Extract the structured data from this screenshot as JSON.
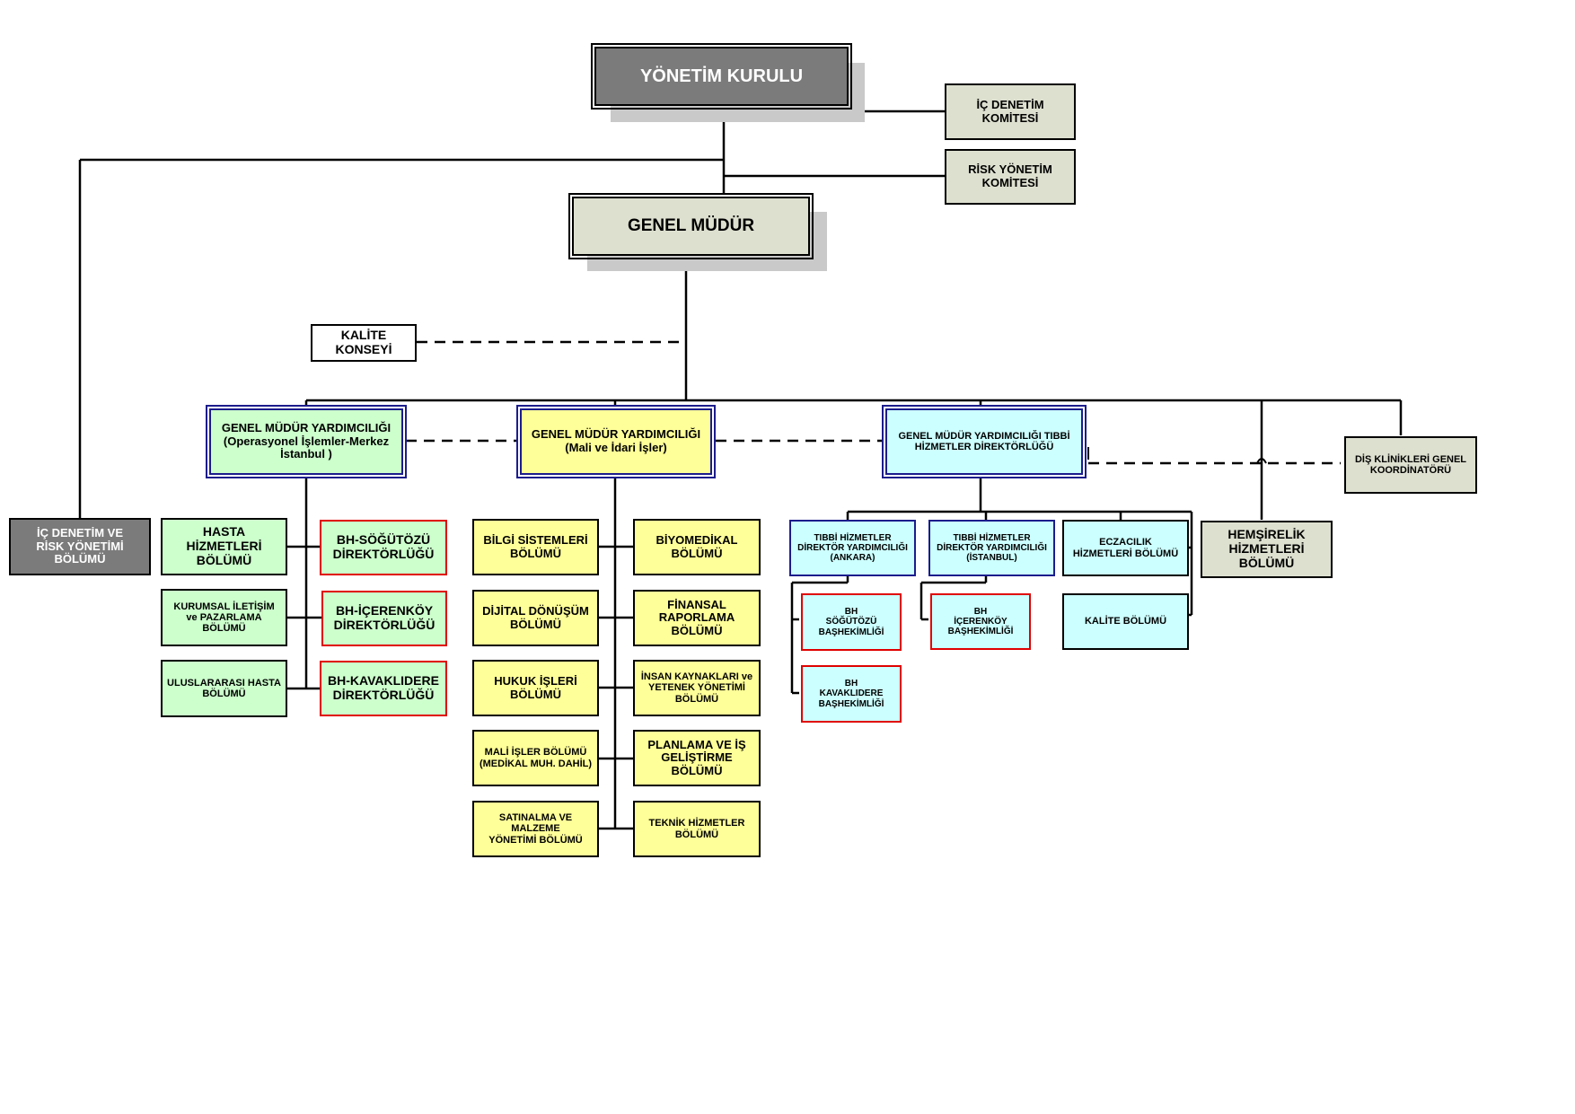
{
  "board": {
    "label": "YÖNETİM KURULU"
  },
  "committees": {
    "internal_audit": "İÇ DENETİM\nKOMİTESİ",
    "risk_management": "RİSK YÖNETİM\nKOMİTESİ"
  },
  "general_manager": {
    "label": "GENEL MÜDÜR"
  },
  "quality_council": {
    "label": "KALİTE\nKONSEYİ"
  },
  "audit_risk_unit": {
    "label": "İÇ DENETİM VE\nRİSK YÖNETİMİ\nBÖLÜMÜ"
  },
  "gmy_operations": {
    "label": "GENEL MÜDÜR YARDIMCILIĞI\n(Operasyonel İşlemler-Merkez\nİstanbul )",
    "left_units": [
      "HASTA\nHİZMETLERİ\nBÖLÜMÜ",
      "KURUMSAL İLETİŞİM\nve PAZARLAMA BÖLÜMÜ",
      "ULUSLARARASI HASTA\nBÖLÜMÜ"
    ],
    "right_units": [
      "BH-SÖĞÜTÖZÜ\nDİREKTÖRLÜĞÜ",
      "BH-İÇERENKÖY\nDİREKTÖRLÜĞÜ",
      "BH-KAVAKLIDERE\nDİREKTÖRLÜĞÜ"
    ]
  },
  "gmy_finance": {
    "label": "GENEL MÜDÜR YARDIMCILIĞI\n(Mali ve İdari İşler)",
    "left_units": [
      "BİLGİ SİSTEMLERİ\nBÖLÜMÜ",
      "DİJİTAL DÖNÜŞÜM\nBÖLÜMÜ",
      "HUKUK İŞLERİ\nBÖLÜMÜ",
      "MALİ İŞLER BÖLÜMÜ\n(MEDİKAL MUH. DAHİL)",
      "SATINALMA VE MALZEME\nYÖNETİMİ BÖLÜMÜ"
    ],
    "right_units": [
      "BİYOMEDİKAL\nBÖLÜMÜ",
      "FİNANSAL\nRAPORLAMA BÖLÜMÜ",
      "İNSAN KAYNAKLARI ve\nYETENEK YÖNETİMİ\nBÖLÜMÜ",
      "PLANLAMA VE İŞ\nGELİŞTİRME BÖLÜMÜ",
      "TEKNİK HİZMETLER\nBÖLÜMÜ"
    ]
  },
  "gmy_medical": {
    "label": "GENEL MÜDÜR YARDIMCILIĞI TIBBİ\nHİZMETLER DİREKTÖRLÜĞÜ",
    "ankara": "TIBBİ HİZMETLER\nDİREKTÖR YARDIMCILIĞI\n(ANKARA)",
    "istanbul": "TIBBİ HİZMETLER\nDİREKTÖR YARDIMCILIĞI\n(İSTANBUL)",
    "pharmacy": "ECZACILIK\nHİZMETLERİ BÖLÜMÜ",
    "quality": "KALİTE BÖLÜMÜ",
    "sogutozu": "BH\nSÖĞÜTÖZÜ\nBAŞHEKİMLİĞİ",
    "kavaklidere": "BH\nKAVAKLIDERE\nBAŞHEKİMLİĞİ",
    "icerenkoy": "BH\nİÇERENKÖY\nBAŞHEKİMLİĞİ"
  },
  "nursing": {
    "label": "HEMŞİRELİK\nHİZMETLERİ BÖLÜMÜ"
  },
  "dental_clinics": {
    "label": "DİŞ KLİNİKLERİ GENEL\nKOORDİNATÖRÜ"
  }
}
